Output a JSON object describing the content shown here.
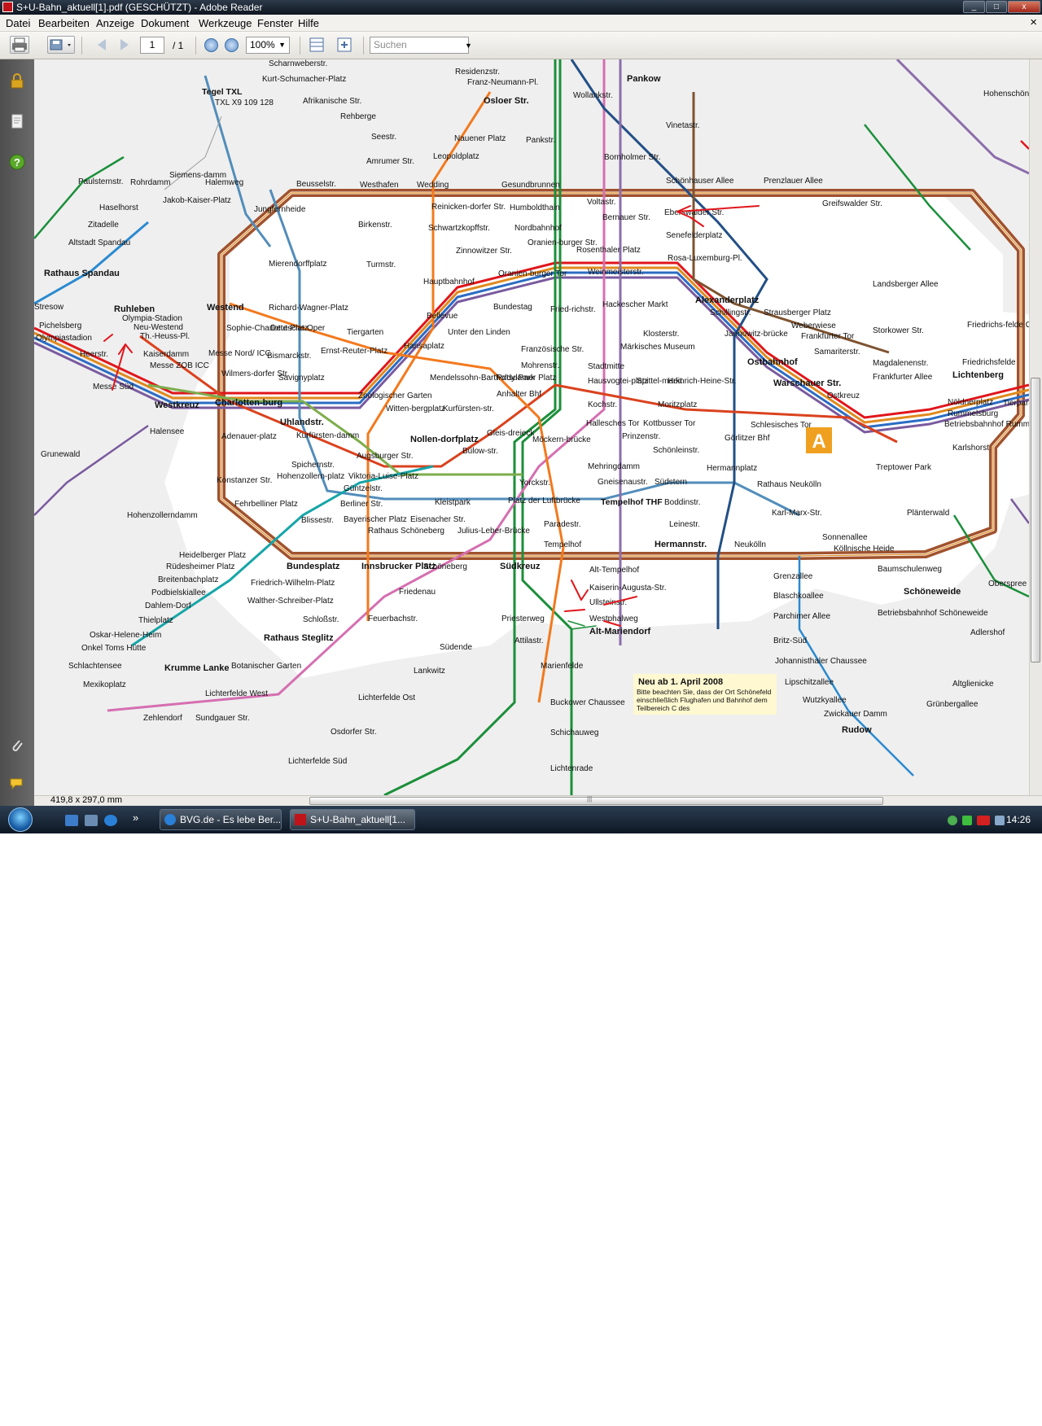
{
  "window": {
    "title": "S+U-Bahn_aktuell[1].pdf (GESCHÜTZT) - Adobe Reader",
    "buttons": [
      "_",
      "□",
      "x"
    ]
  },
  "menubar": {
    "items": [
      "Datei",
      "Bearbeiten",
      "Anzeige",
      "Dokument",
      "Werkzeuge",
      "Fenster",
      "Hilfe"
    ],
    "close": "×"
  },
  "toolbar": {
    "page_current": "1",
    "page_total": "/ 1",
    "zoom": "100%",
    "search_placeholder": "Suchen"
  },
  "statusbar": {
    "page_size": "419,8 x 297,0 mm",
    "scroll_grip": "|||"
  },
  "taskbar": {
    "tasks": [
      "BVG.de - Es lebe Ber...",
      "S+U-Bahn_aktuell[1..."
    ],
    "clock": "14:26",
    "overflow": "»"
  },
  "map": {
    "stations": [
      "Scharnweberstr.",
      "Kurt-Schumacher-Platz",
      "Tegel TXL",
      "TXL X9 109 128",
      "Afrikanische Str.",
      "Rehberge",
      "Residenzstr.",
      "Franz-Neumann-Pl.",
      "Osloer Str.",
      "Pankow",
      "Wollankstr.",
      "Vinetastr.",
      "Hohenschön",
      "Seestr.",
      "Nauener Platz",
      "Pankstr.",
      "Amrumer Str.",
      "Leopoldplatz",
      "Bornholmer Str.",
      "Paulsternstr.",
      "Rohrdamm",
      "Siemens-damm",
      "Halemweg",
      "Beusselstr.",
      "Westhafen",
      "Wedding",
      "Gesundbrunnen",
      "Schönhauser Allee",
      "Prenzlauer Allee",
      "Haselhorst",
      "Jakob-Kaiser-Platz",
      "Jungfernheide",
      "Reinicken-dorfer Str.",
      "Humboldthain",
      "Voltastr.",
      "Eberswalder Str.",
      "Greifswalder Str.",
      "Zitadelle",
      "Birkenstr.",
      "Schwartzkopffstr.",
      "Nordbahnhof",
      "Bernauer Str.",
      "Senefelderplatz",
      "Altstadt Spandau",
      "Zinnowitzer Str.",
      "Oranien-burger Str.",
      "Rosenthaler Platz",
      "Rosa-Luxemburg-Pl.",
      "Mierendorffplatz",
      "Turmstr.",
      "Weinmeisterstr.",
      "Rathaus Spandau",
      "Hauptbahnhof",
      "Oranien-burger Tor",
      "Landsberger Allee",
      "Alexanderplatz",
      "Stresow",
      "Westend",
      "Richard-Wagner-Platz",
      "Bundestag",
      "Fried-richstr.",
      "Hackescher Markt",
      "Schillingstr.",
      "Strausberger Platz",
      "Pichelsberg",
      "Ruhleben",
      "Olympia-Stadion",
      "Neu-Westend",
      "Th.-Heuss-Pl.",
      "Bellevue",
      "Weberwiese",
      "Storkower Str.",
      "Olympiastadion",
      "Sophie-Charlotte-Platz",
      "Deutsche Oper",
      "Tiergarten",
      "Unter den Linden",
      "Klosterstr.",
      "Jannowitz-brücke",
      "Frankfurter Tor",
      "Friedrichs-felde Ost",
      "Heerstr.",
      "Kaiserdamm",
      "Messe Nord/ ICC",
      "Bismarckstr.",
      "Ernst-Reuter-Platz",
      "Hansaplatz",
      "Französische Str.",
      "Märkisches Museum",
      "Samariterstr.",
      "Ostbahnhof",
      "Magdalenenstr.",
      "Friedrichsfelde",
      "Messe ZOB ICC",
      "Wilmers-dorfer Str.",
      "Savignyplatz",
      "Mohrenstr.",
      "Stadtmitte",
      "Frankfurter Allee",
      "Lichtenberg",
      "Messe Süd",
      "Zoologischer Garten",
      "Mendelssohn-Bartholdy-Park",
      "Potsdamer Platz",
      "Hausvogtei-platz",
      "Spittel-markt",
      "Heinrich-Heine-Str.",
      "Warschauer Str.",
      "Ostkreuz",
      "Nöldnerplatz",
      "Tierpark",
      "Westkreuz",
      "Charlotten-burg",
      "Anhalter Bhf",
      "Kochstr.",
      "Moritzplatz",
      "Rummelsburg",
      "Betriebsbahnhof Rummelsburg",
      "Uhlandstr.",
      "Witten-bergplatz",
      "Kurfürsten-str.",
      "Hallesches Tor",
      "Kottbusser Tor",
      "Schlesisches Tor",
      "Halensee",
      "Kurfürsten-damm",
      "Gleis-dreieck",
      "Prinzenstr.",
      "Görlitzer Bhf",
      "Karlshorst",
      "Grunewald",
      "Adenauer-platz",
      "Nollen-dorfplatz",
      "Möckern-brücke",
      "Schönleinstr.",
      "Augsburger Str.",
      "Bülow-str.",
      "Spichernstr.",
      "Mehringdamm",
      "Hermannplatz",
      "Treptower Park",
      "Viktoria-Luise-Platz",
      "Yorckstr.",
      "Konstanzer Str.",
      "Hohenzollern-platz",
      "Güntzelstr.",
      "Gneisenaustr.",
      "Südstern",
      "Rathaus Neukölln",
      "Fehrbelliner Platz",
      "Berliner Str.",
      "Kleistpark",
      "Platz der Luftbrücke",
      "Tempelhof THF",
      "Boddinstr.",
      "Karl-Marx-Str.",
      "Plänterwald",
      "Hohenzollerndamm",
      "Blissestr.",
      "Bayerischer Platz",
      "Eisenacher Str.",
      "Rathaus Schöneberg",
      "Julius-Leber-Brücke",
      "Paradestr.",
      "Leinestr.",
      "Sonnenallee",
      "Köllnische Heide",
      "Heidelberger Platz",
      "Bundesplatz",
      "Innsbrucker Platz",
      "Schöneberg",
      "Südkreuz",
      "Tempelhof",
      "Hermannstr.",
      "Neukölln",
      "Rüdesheimer Platz",
      "Baumschulenweg",
      "Oberspree",
      "Breitenbachplatz",
      "Friedrich-Wilhelm-Platz",
      "Alt-Tempelhof",
      "Grenzallee",
      "Podbielskiallee",
      "Friedenau",
      "Kaiserin-Augusta-Str.",
      "Blaschkoallee",
      "Schöneweide",
      "Dahlem-Dorf",
      "Walther-Schreiber-Platz",
      "Ullsteinstr.",
      "Betriebsbahnhof Schöneweide",
      "Thielplatz",
      "Schloßstr.",
      "Feuerbachstr.",
      "Priesterweg",
      "Westphalweg",
      "Parchimer Allee",
      "Oskar-Helene-Heim",
      "Rathaus Steglitz",
      "Alt-Mariendorf",
      "Adlershof",
      "Onkel Toms Hütte",
      "Südende",
      "Attilastr.",
      "Britz-Süd",
      "Schlachtensee",
      "Krumme Lanke",
      "Botanischer Garten",
      "Marienfelde",
      "Johannisthaler Chaussee",
      "Lankwitz",
      "Mexikoplatz",
      "Lipschitzallee",
      "Altglienicke",
      "Lichterfelde West",
      "Wutzkyallee",
      "Lichterfelde Ost",
      "Buckower Chaussee",
      "Grünbergallee",
      "Zehlendorf",
      "Sundgauer Str.",
      "Zwickauer Damm",
      "Osdorfer Str.",
      "Schichauweg",
      "Rudow",
      "Lichterfelde Süd",
      "Lichtenrade",
      "A"
    ],
    "notice": {
      "title": "Neu ab 1. April 2008",
      "text": "Bitte beachten Sie, dass der Ort Schönefeld einschließlich Flughafen und Bahnhof dem Teilbereich C des"
    },
    "line_colors": {
      "ring": "#a0522d",
      "S1": "#d56fb1",
      "S2": "#1b8f3a",
      "S3": "#2b6cc4",
      "S5": "#e08a1e",
      "S7": "#7a5a9e",
      "U1": "#7dad4c",
      "U2": "#da421e",
      "U5": "#7e5330",
      "U6": "#8c6dab",
      "U7": "#528dba",
      "U8": "#224f86",
      "U9": "#f3791d",
      "markup": "#e0161b"
    }
  }
}
